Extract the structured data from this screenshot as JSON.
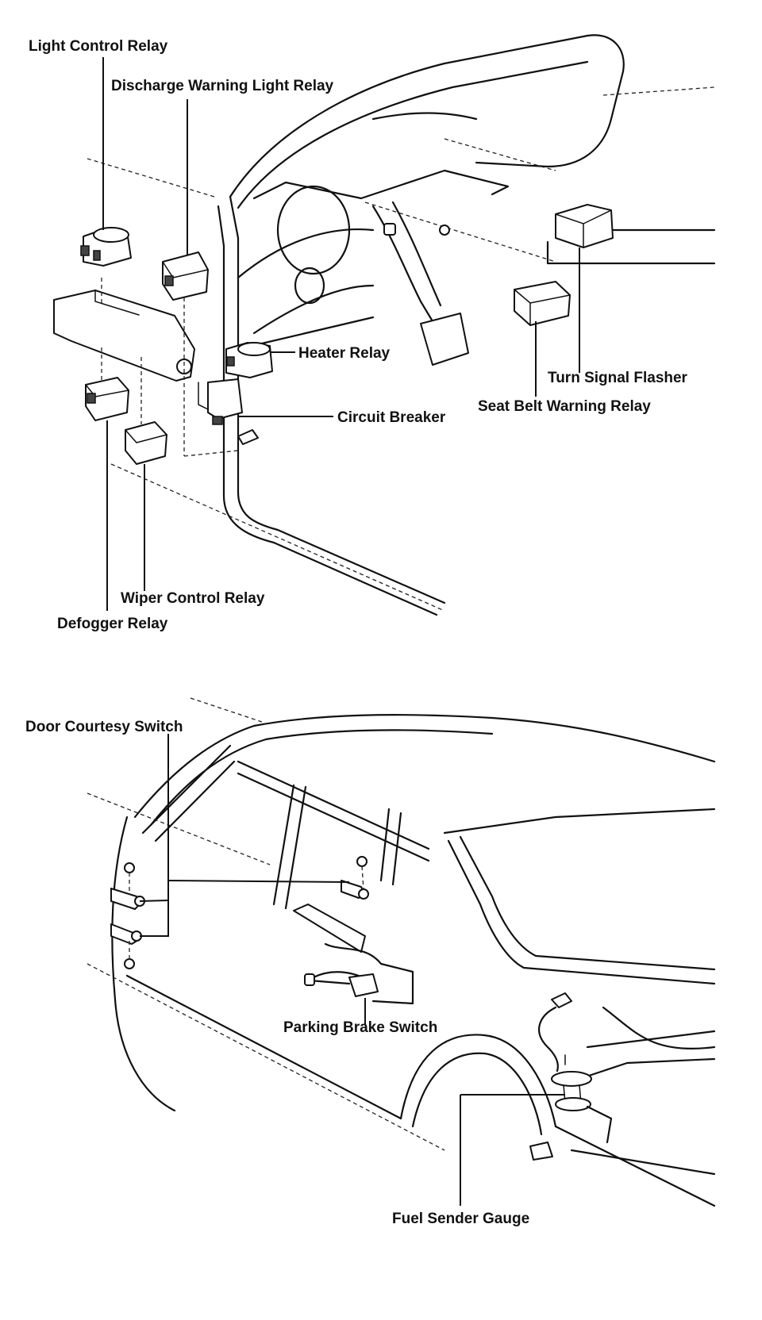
{
  "labels": {
    "light_control_relay": "Light Control Relay",
    "discharge_warning_light_relay": "Discharge Warning Light Relay",
    "heater_relay": "Heater Relay",
    "circuit_breaker": "Circuit Breaker",
    "turn_signal_flasher": "Turn Signal Flasher",
    "seat_belt_warning_relay": "Seat Belt Warning Relay",
    "wiper_control_relay": "Wiper Control Relay",
    "defogger_relay": "Defogger Relay",
    "door_courtesy_switch": "Door Courtesy Switch",
    "parking_brake_switch": "Parking Brake Switch",
    "fuel_sender_gauge": "Fuel Sender Gauge"
  }
}
